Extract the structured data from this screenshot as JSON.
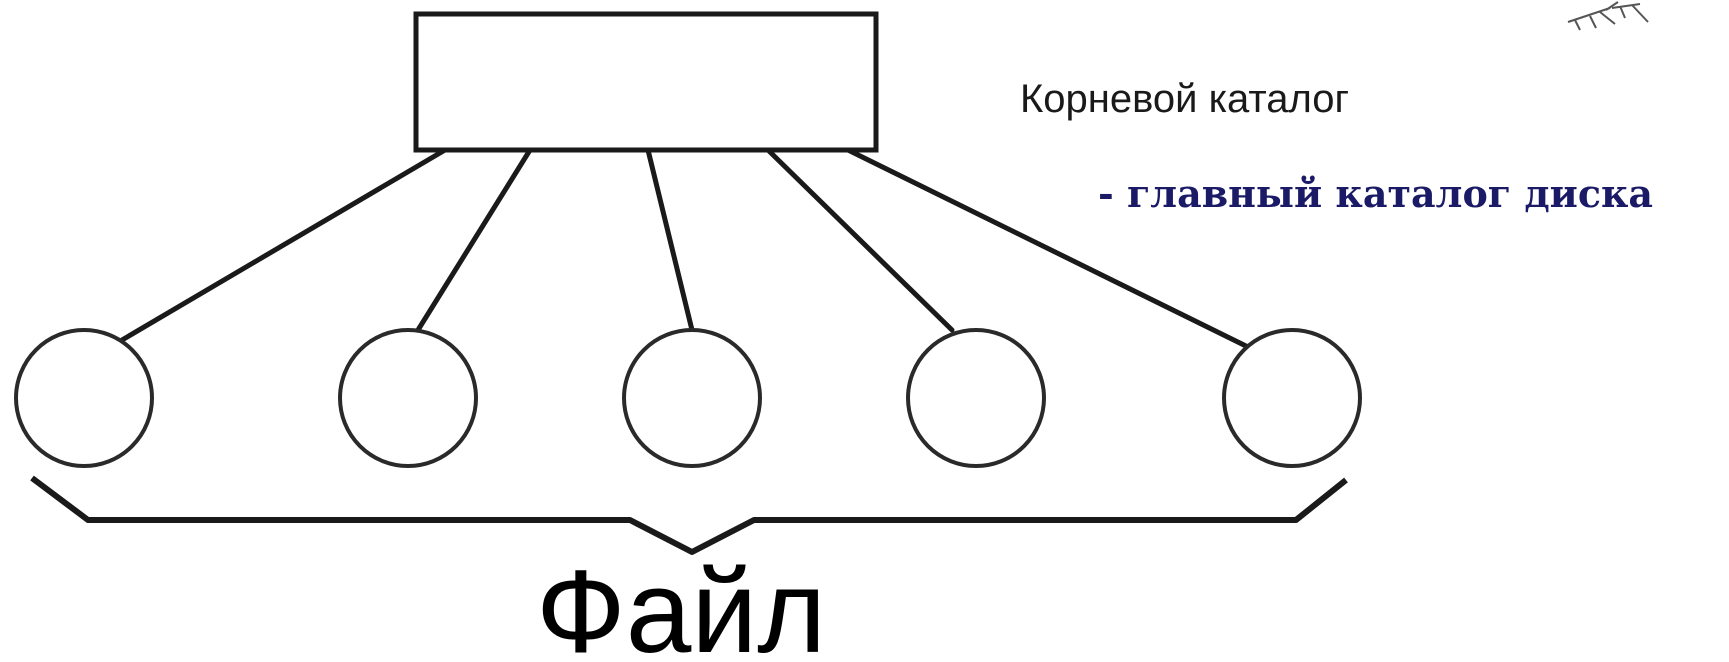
{
  "diagram": {
    "root_label": "Корневой каталог",
    "root_description": "- главный каталог диска",
    "file_label": "Файл",
    "file_count": 5
  },
  "colors": {
    "line": "#1a1a1a",
    "description_text": "#1a1a66",
    "background": "#ffffff"
  },
  "icons": {
    "corner_decoration": "snowflake-branch-icon"
  }
}
